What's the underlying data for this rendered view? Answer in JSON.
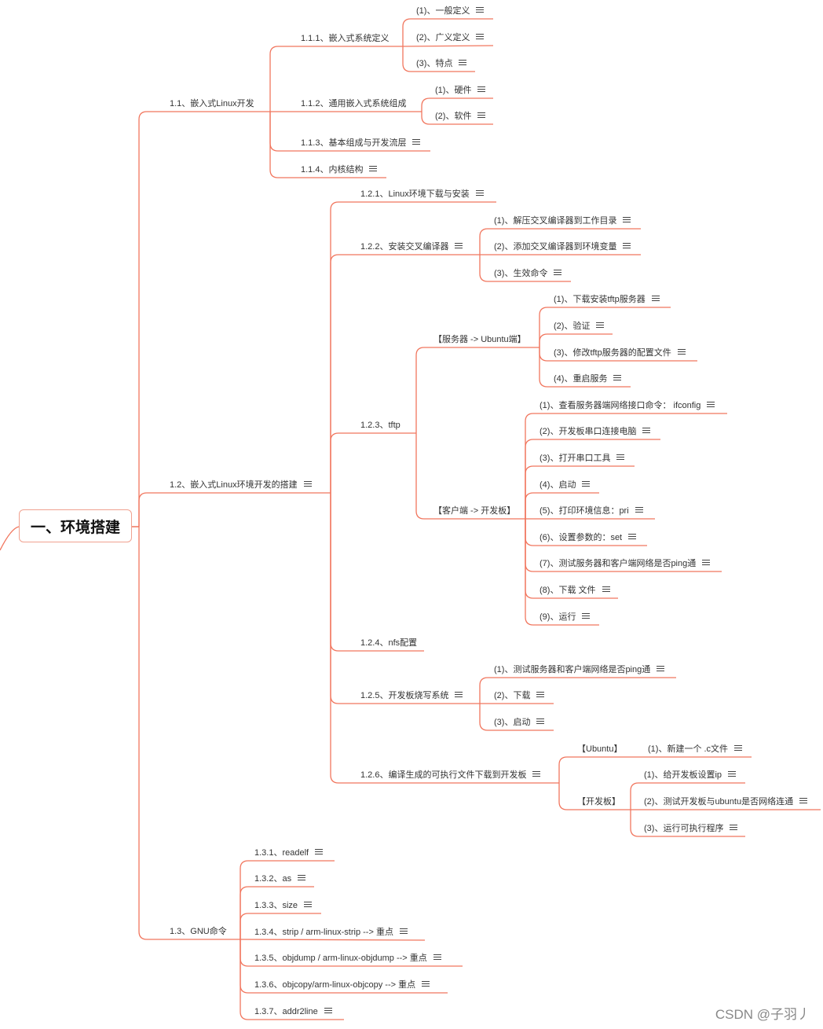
{
  "root": "一、环境搭建",
  "line_color": "#f1765e",
  "root_border_color": "#f0a290",
  "notes_icon": "notes-icon",
  "nodes": {
    "s11": "1.1、嵌入式Linux开发",
    "s111": "1.1.1、嵌入式系统定义",
    "s111a": "(1)、一般定义",
    "s111b": "(2)、广义定义",
    "s111c": "(3)、特点",
    "s112": "1.1.2、通用嵌入式系统组成",
    "s112a": "(1)、硬件",
    "s112b": "(2)、软件",
    "s113": "1.1.3、基本组成与开发流层",
    "s114": "1.1.4、内核结构",
    "s12": "1.2、嵌入式Linux环境开发的搭建",
    "s121": "1.2.1、Linux环境下载与安装",
    "s122": "1.2.2、安装交叉编译器",
    "s122a": "(1)、解压交叉编译器到工作目录",
    "s122b": "(2)、添加交叉编译器到环境变量",
    "s122c": "(3)、生效命令",
    "s123": "1.2.3、tftp",
    "srv": "【服务器 -> Ubuntu端】",
    "srv1": "(1)、下载安装tftp服务器",
    "srv2": "(2)、验证",
    "srv3": "(3)、修改tftp服务器的配置文件",
    "srv4": "(4)、重启服务",
    "cli": "【客户端 -> 开发板】",
    "cli1": "(1)、查看服务器端网络接口命令： ifconfig",
    "cli2": "(2)、开发板串口连接电脑",
    "cli3": "(3)、打开串口工具",
    "cli4": "(4)、启动",
    "cli5": "(5)、打印环境信息：pri",
    "cli6": "(6)、设置参数的：set",
    "cli7": "(7)、测试服务器和客户端网络是否ping通",
    "cli8": "(8)、下载 文件",
    "cli9": "(9)、运行",
    "s124": "1.2.4、nfs配置",
    "s125": "1.2.5、开发板烧写系统",
    "s125a": "(1)、测试服务器和客户端网络是否ping通",
    "s125b": "(2)、下载",
    "s125c": "(3)、启动",
    "s126": "1.2.6、编译生成的可执行文件下载到开发板",
    "ubu": "【Ubuntu】",
    "ubu1": "(1)、新建一个 .c文件",
    "dev": "【开发板】",
    "dev1": "(1)、给开发板设置ip",
    "dev2": "(2)、测试开发板与ubuntu是否网络连通",
    "dev3": "(3)、运行可执行程序",
    "s13": "1.3、GNU命令",
    "s131": "1.3.1、readelf",
    "s132": "1.3.2、as",
    "s133": "1.3.3、size",
    "s134": "1.3.4、strip / arm-linux-strip --> 重点",
    "s135": "1.3.5、objdump / arm-linux-objdump --> 重点",
    "s136": "1.3.6、objcopy/arm-linux-objcopy --> 重点",
    "s137": "1.3.7、addr2line"
  },
  "watermark": "CSDN @子羽丿"
}
